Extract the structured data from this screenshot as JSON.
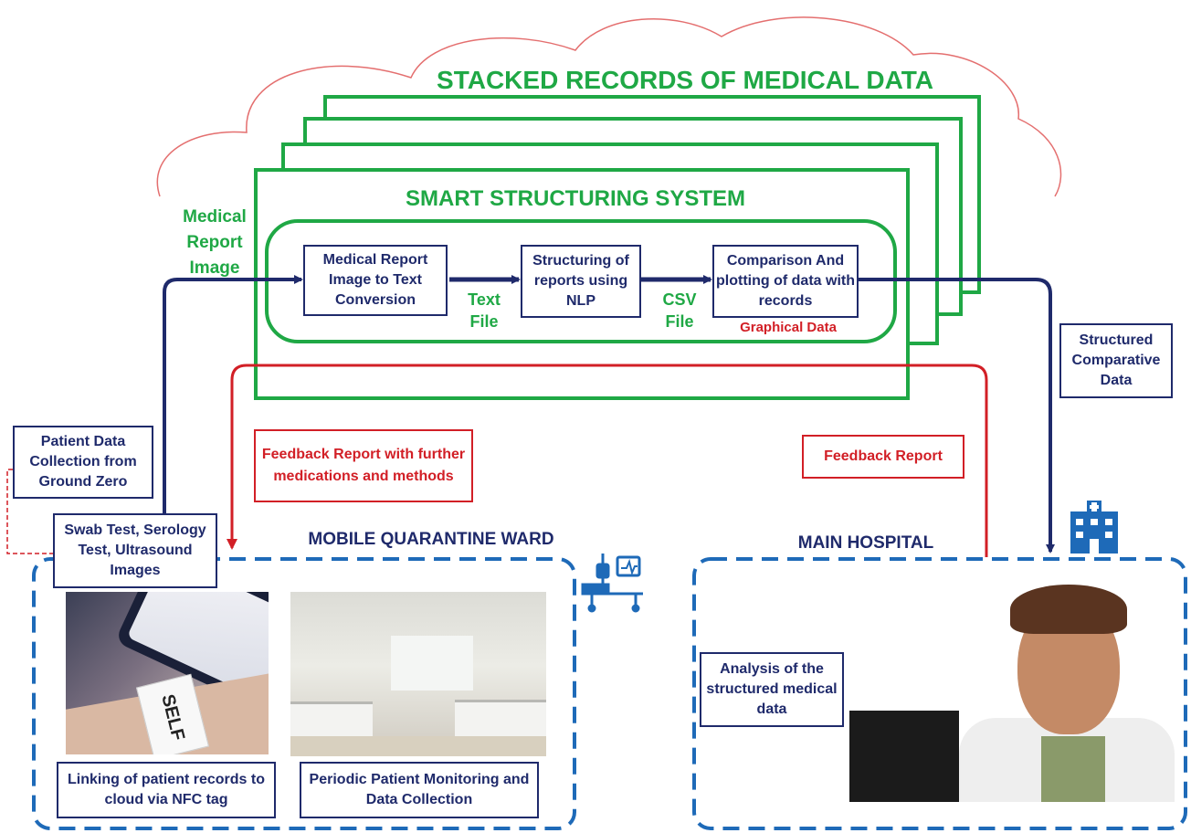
{
  "titles": {
    "stacked": "STACKED RECORDS OF MEDICAL DATA",
    "smart": "SMART STRUCTURING SYSTEM",
    "ward": "MOBILE QUARANTINE WARD",
    "hospital": "MAIN HOSPITAL"
  },
  "pipeline": {
    "input_label": "Medical Report Image",
    "step1": "Medical Report Image to Text Conversion",
    "edge1": "Text File",
    "step2": "Structuring of reports using NLP",
    "edge2": "CSV File",
    "step3": "Comparison And plotting of data with records",
    "graphical": "Graphical Data"
  },
  "boxes": {
    "structured": "Structured Comparative Data",
    "feedback_ward": "Feedback Report with further medications and methods",
    "feedback_hosp": "Feedback Report",
    "patient_data": "Patient Data Collection from Ground Zero",
    "swab": "Swab Test, Serology Test, Ultrasound Images",
    "linking": "Linking of patient records to cloud via NFC tag",
    "periodic": "Periodic Patient Monitoring and Data Collection",
    "analysis": "Analysis of the structured medical data"
  },
  "photo_text": {
    "wristband": "SELF"
  },
  "colors": {
    "green": "#1fa845",
    "navy": "#1f2a6b",
    "red": "#d21f26",
    "blue_dash": "#1e6ab8",
    "cloud": "#e46f6f"
  }
}
